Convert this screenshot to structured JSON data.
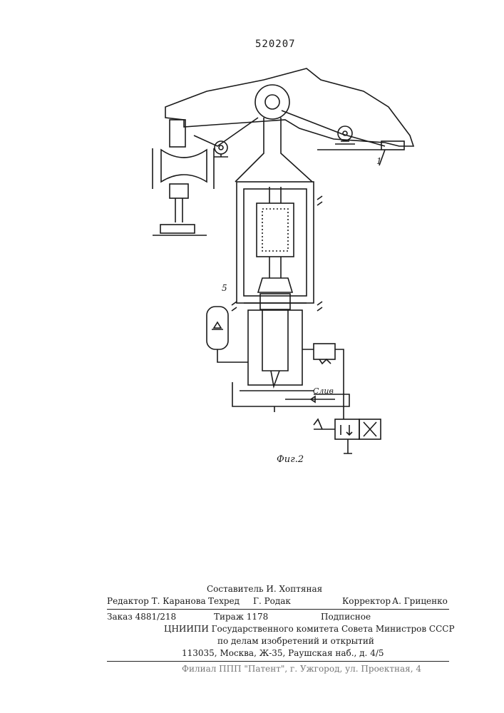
{
  "page": {
    "number": "520207"
  },
  "figure": {
    "caption": "Фиг.2",
    "callouts": {
      "one": "1",
      "five": "5"
    },
    "drain_label": "Слив"
  },
  "imprint": {
    "compiler": "Составитель И. Хоптяная",
    "editor": "Редактор Т. Каранова",
    "techred": "Техред",
    "techred_name": "Г. Родак",
    "corrector": "Корректор",
    "corrector_name": "А. Гриценко",
    "order": "Заказ 4881/218",
    "circulation": "Тираж 1178",
    "subscription": "Подписное",
    "org_line1": "ЦНИИПИ Государственного комитета Совета Министров СССР",
    "org_line2": "по делам изобретений и открытий",
    "address": "113035, Москва, Ж-35, Раушская наб., д. 4/5",
    "branch": "Филиал ППП \"Патент\", г. Ужгород, ул. Проектная, 4"
  }
}
